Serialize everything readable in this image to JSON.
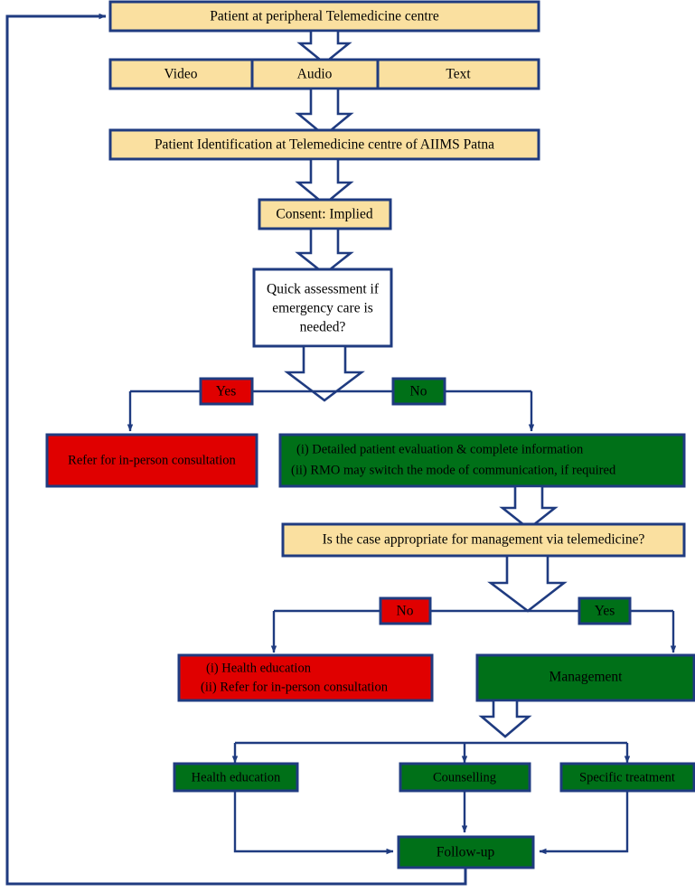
{
  "diagram": {
    "title": "Telemedicine consultation workflow flowchart",
    "colors": {
      "border": "#1F3B80",
      "cream": "#FAE0A0",
      "red": "#E00000",
      "green": "#007018",
      "white": "#FFFFFF",
      "line": "#1F3B80",
      "text": "#000000"
    },
    "nodes": {
      "patient_entry": {
        "label": "Patient at peripheral Telemedicine centre",
        "fill": "cream"
      },
      "mode_video": {
        "label": "Video",
        "fill": "cream"
      },
      "mode_audio": {
        "label": "Audio",
        "fill": "cream"
      },
      "mode_text": {
        "label": "Text",
        "fill": "cream"
      },
      "identification": {
        "label": "Patient Identification at Telemedicine centre of AIIMS Patna",
        "fill": "cream"
      },
      "consent": {
        "label": "Consent: Implied",
        "fill": "cream"
      },
      "assessment": {
        "lines": [
          "Quick assessment if",
          "emergency care is",
          "needed?"
        ],
        "fill": "white"
      },
      "decision1_yes": {
        "label": "Yes",
        "fill": "red"
      },
      "decision1_no": {
        "label": "No",
        "fill": "green"
      },
      "refer_inperson": {
        "label": "Refer for in-person consultation",
        "fill": "red"
      },
      "detailed_evaluation": {
        "lines": [
          "(i)  Detailed patient evaluation & complete information",
          "(ii)  RMO may switch the mode of communication, if required"
        ],
        "fill": "green"
      },
      "case_appropriate": {
        "label": "Is the case appropriate for management via telemedicine?",
        "fill": "cream"
      },
      "decision2_no": {
        "label": "No",
        "fill": "red"
      },
      "decision2_yes": {
        "label": "Yes",
        "fill": "green"
      },
      "health_edu_refer": {
        "lines": [
          "(i)  Health education",
          "(ii)  Refer for in-person consultation"
        ],
        "fill": "red"
      },
      "management": {
        "label": "Management",
        "fill": "green"
      },
      "health_education": {
        "label": "Health education",
        "fill": "green"
      },
      "counselling": {
        "label": "Counselling",
        "fill": "green"
      },
      "specific_treatment": {
        "label": "Specific treatment",
        "fill": "green"
      },
      "follow_up": {
        "label": "Follow-up",
        "fill": "green"
      }
    }
  }
}
